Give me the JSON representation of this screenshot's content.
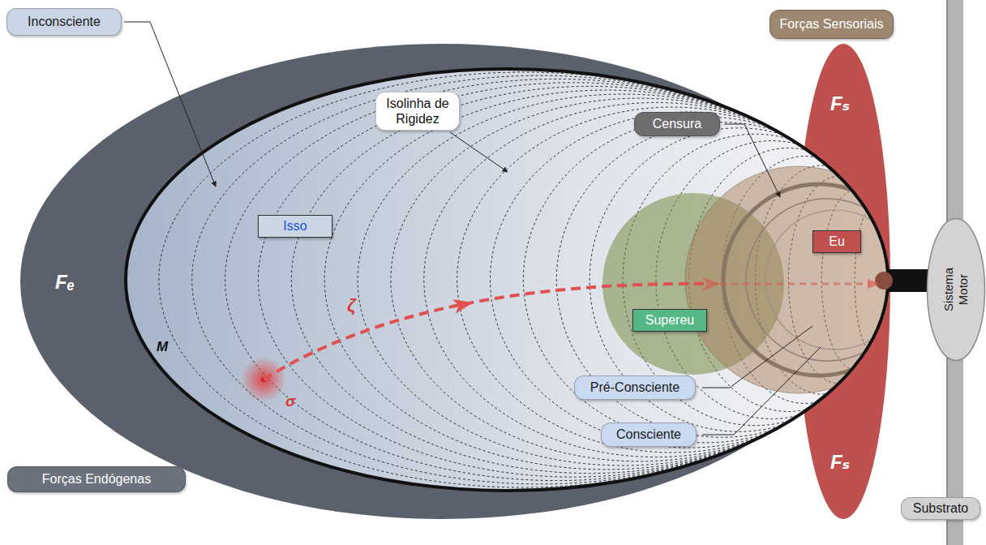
{
  "diagram": {
    "nodes": [
      {
        "text": [
          "Forças Sensoriais"
        ]
      },
      {
        "text": [
          "Inconsciente"
        ]
      },
      {
        "text": [
          "Isolinha de Rigidez"
        ]
      },
      {
        "text": [
          "Censura"
        ]
      },
      {
        "text": [
          "Isso"
        ]
      },
      {
        "text": [
          "Eu"
        ]
      },
      {
        "text": [
          "Supereu"
        ]
      },
      {
        "text": [
          "Sistema Motor"
        ]
      },
      {
        "text": [
          "Pré-Consciente"
        ]
      },
      {
        "text": [
          "Consciente"
        ]
      },
      {
        "text": [
          "Forças Endógenas"
        ]
      },
      {
        "text": [
          "Substrato"
        ]
      }
    ],
    "labels": [
      "Fₑ",
      "Fₛ",
      "Fₛ",
      "M",
      "ζ",
      "σ"
    ]
  }
}
